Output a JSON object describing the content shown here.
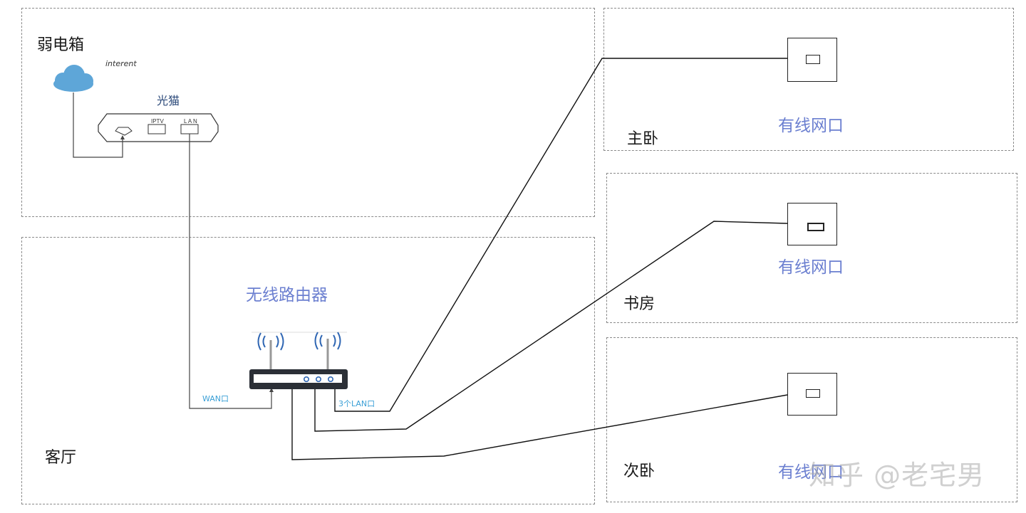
{
  "rooms": {
    "weak_box": {
      "label": "弱电箱"
    },
    "living_room": {
      "label": "客厅"
    },
    "master_bedroom": {
      "label": "主卧"
    },
    "study": {
      "label": "书房"
    },
    "second_bedroom": {
      "label": "次卧"
    }
  },
  "internet_label": "interent",
  "modem": {
    "label": "光猫",
    "ports": {
      "iptv": "IPTV",
      "lan": "L A N"
    }
  },
  "router": {
    "label": "无线路由器",
    "wan_label": "WAN口",
    "lan_label": "3个LAN口"
  },
  "wall_ports": {
    "master": "有线网口",
    "study": "有线网口",
    "second": "有线网口"
  },
  "watermark": "知乎 @老宅男",
  "colors": {
    "cloud": "#5ea6d8",
    "label_blue": "#6b7fd0",
    "port_label_blue": "#3a9fd6",
    "router_body": "#2b2f36",
    "antenna_wave": "#2f66b3"
  }
}
